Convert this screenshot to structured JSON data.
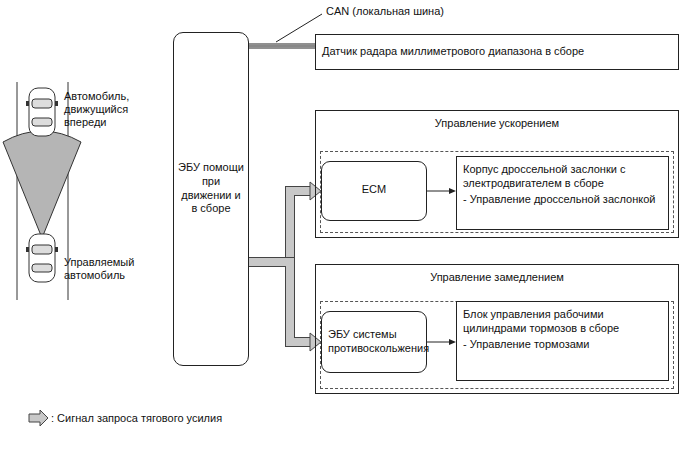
{
  "diagram": {
    "nodes": [
      {
        "text": [
          "ЭБУ помощи при движении и в сборе"
        ]
      },
      {
        "text": [
          "Датчик радара миллиметрового диапазона в сборе"
        ]
      },
      {
        "text": [
          "Управление ускорением"
        ]
      },
      {
        "text": [
          "ECM"
        ],
        "in": 2
      },
      {
        "text": [
          "Корпус дроссельной заслонки с электродвигателем в сборе",
          "- Управление дроссельной заслонкой"
        ],
        "in": 2
      },
      {
        "text": [
          "Управление замедлением"
        ]
      },
      {
        "text": [
          "ЭБУ системы противоскольжения"
        ],
        "in": 5
      },
      {
        "text": [
          "Блок управления рабочими цилиндрами тормозов в сборе",
          "- Управление тормозами"
        ],
        "in": 5
      }
    ],
    "edges": [
      {
        "from": 0,
        "to": 1,
        "arrow": "none",
        "label": "CAN (локальная шина)"
      },
      {
        "from": 0,
        "to": 3,
        "arrow": "to"
      },
      {
        "from": 0,
        "to": 6,
        "arrow": "to"
      },
      {
        "from": 3,
        "to": 4,
        "arrow": "to"
      },
      {
        "from": 6,
        "to": 7,
        "arrow": "to"
      }
    ],
    "labels": [
      "Автомобиль, движущийся впереди",
      "Управляемый автомобиль"
    ],
    "legend": [
      {
        "text": ": Сигнал запроса тягового усилия"
      }
    ]
  }
}
